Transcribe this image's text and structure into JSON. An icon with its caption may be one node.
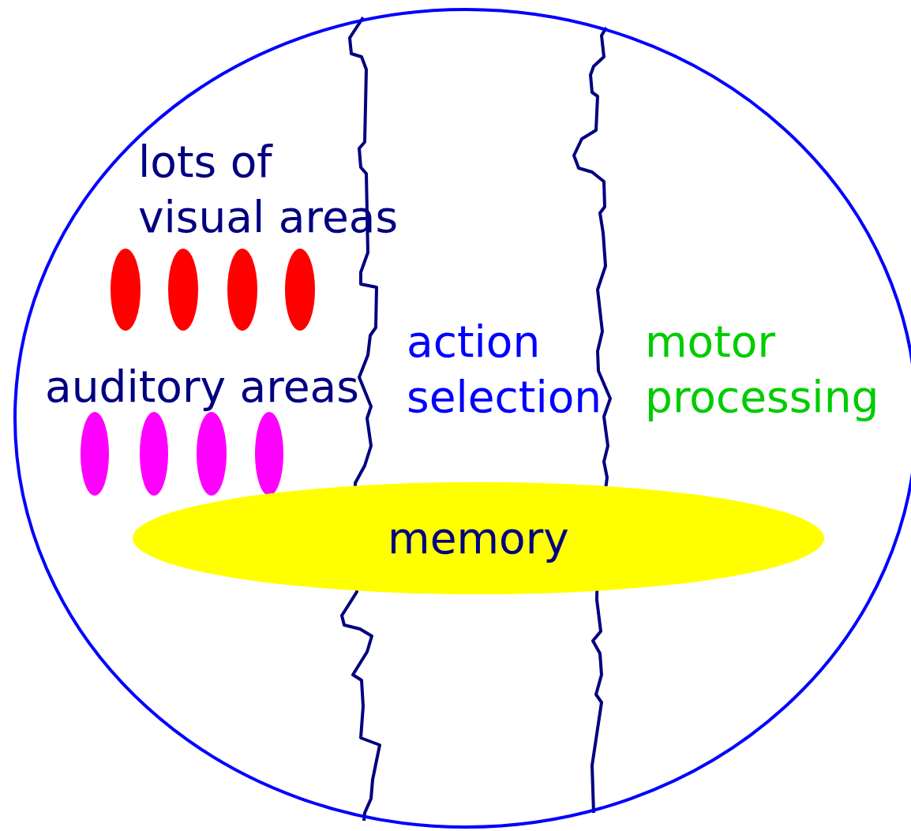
{
  "diagram": {
    "nodes": [
      {
        "text": [],
        "shape": "ellipse"
      },
      {
        "text": [],
        "shape": "ellipse",
        "in": 0
      },
      {
        "text": [],
        "shape": "ellipse",
        "in": 0
      },
      {
        "text": [],
        "shape": "ellipse",
        "in": 0
      },
      {
        "text": [],
        "shape": "ellipse",
        "in": 0
      },
      {
        "text": [],
        "shape": "ellipse",
        "in": 0
      },
      {
        "text": [],
        "shape": "ellipse",
        "in": 0
      },
      {
        "text": [],
        "shape": "ellipse",
        "in": 0
      },
      {
        "text": [],
        "shape": "ellipse",
        "in": 0
      },
      {
        "text": [
          "memory"
        ],
        "in": 0
      }
    ],
    "edges": [],
    "labels": [
      "lots of visual areas",
      "auditory areas",
      "action selection",
      "motor processing"
    ]
  }
}
